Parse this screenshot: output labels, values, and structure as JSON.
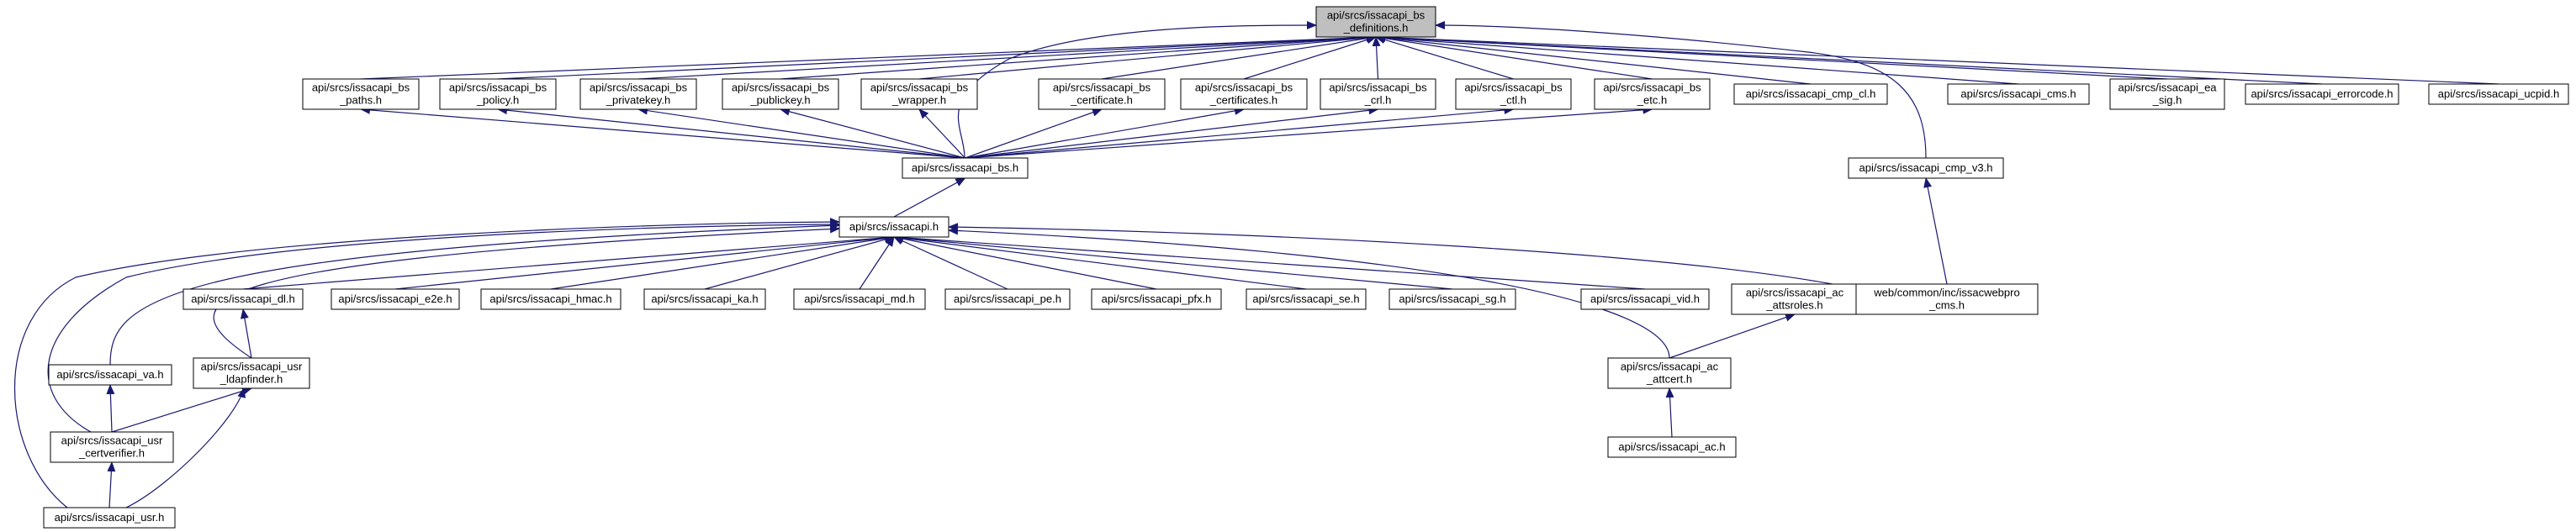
{
  "graph": {
    "edge_color": "#191970",
    "highlight_fill": "#bfbfbf",
    "node_fill": "#ffffff",
    "nodes": {
      "defs": {
        "lines": [
          "api/srcs/issacapi_bs",
          "_definitions.h"
        ],
        "highlight": true
      },
      "paths": {
        "lines": [
          "api/srcs/issacapi_bs",
          "_paths.h"
        ]
      },
      "policy": {
        "lines": [
          "api/srcs/issacapi_bs",
          "_policy.h"
        ]
      },
      "privatekey": {
        "lines": [
          "api/srcs/issacapi_bs",
          "_privatekey.h"
        ]
      },
      "publickey": {
        "lines": [
          "api/srcs/issacapi_bs",
          "_publickey.h"
        ]
      },
      "wrapper": {
        "lines": [
          "api/srcs/issacapi_bs",
          "_wrapper.h"
        ]
      },
      "certificate": {
        "lines": [
          "api/srcs/issacapi_bs",
          "_certificate.h"
        ]
      },
      "certificates": {
        "lines": [
          "api/srcs/issacapi_bs",
          "_certificates.h"
        ]
      },
      "crl": {
        "lines": [
          "api/srcs/issacapi_bs",
          "_crl.h"
        ]
      },
      "ctl": {
        "lines": [
          "api/srcs/issacapi_bs",
          "_ctl.h"
        ]
      },
      "etc": {
        "lines": [
          "api/srcs/issacapi_bs",
          "_etc.h"
        ]
      },
      "cmp_cl": {
        "lines": [
          "api/srcs/issacapi_cmp_cl.h"
        ]
      },
      "cms": {
        "lines": [
          "api/srcs/issacapi_cms.h"
        ]
      },
      "ea_sig": {
        "lines": [
          "api/srcs/issacapi_ea",
          "_sig.h"
        ]
      },
      "errorcode": {
        "lines": [
          "api/srcs/issacapi_errorcode.h"
        ]
      },
      "ucpid": {
        "lines": [
          "api/srcs/issacapi_ucpid.h"
        ]
      },
      "bs": {
        "lines": [
          "api/srcs/issacapi_bs.h"
        ]
      },
      "cmp_v3": {
        "lines": [
          "api/srcs/issacapi_cmp_v3.h"
        ]
      },
      "issacapi": {
        "lines": [
          "api/srcs/issacapi.h"
        ]
      },
      "dl": {
        "lines": [
          "api/srcs/issacapi_dl.h"
        ]
      },
      "e2e": {
        "lines": [
          "api/srcs/issacapi_e2e.h"
        ]
      },
      "hmac": {
        "lines": [
          "api/srcs/issacapi_hmac.h"
        ]
      },
      "ka": {
        "lines": [
          "api/srcs/issacapi_ka.h"
        ]
      },
      "md": {
        "lines": [
          "api/srcs/issacapi_md.h"
        ]
      },
      "pe": {
        "lines": [
          "api/srcs/issacapi_pe.h"
        ]
      },
      "pfx": {
        "lines": [
          "api/srcs/issacapi_pfx.h"
        ]
      },
      "se": {
        "lines": [
          "api/srcs/issacapi_se.h"
        ]
      },
      "sg": {
        "lines": [
          "api/srcs/issacapi_sg.h"
        ]
      },
      "vid": {
        "lines": [
          "api/srcs/issacapi_vid.h"
        ]
      },
      "ac_attsroles": {
        "lines": [
          "api/srcs/issacapi_ac",
          "_attsroles.h"
        ]
      },
      "webpro_cms": {
        "lines": [
          "web/common/inc/issacwebpro",
          "_cms.h"
        ]
      },
      "va": {
        "lines": [
          "api/srcs/issacapi_va.h"
        ]
      },
      "usr_ldap": {
        "lines": [
          "api/srcs/issacapi_usr",
          "_ldapfinder.h"
        ]
      },
      "ac_attcert": {
        "lines": [
          "api/srcs/issacapi_ac",
          "_attcert.h"
        ]
      },
      "usr_cert": {
        "lines": [
          "api/srcs/issacapi_usr",
          "_certverifier.h"
        ]
      },
      "ac": {
        "lines": [
          "api/srcs/issacapi_ac.h"
        ]
      },
      "usr": {
        "lines": [
          "api/srcs/issacapi_usr.h"
        ]
      }
    },
    "edges": [
      [
        "paths",
        "defs"
      ],
      [
        "policy",
        "defs"
      ],
      [
        "privatekey",
        "defs"
      ],
      [
        "publickey",
        "defs"
      ],
      [
        "wrapper",
        "defs"
      ],
      [
        "certificate",
        "defs"
      ],
      [
        "certificates",
        "defs"
      ],
      [
        "crl",
        "defs"
      ],
      [
        "ctl",
        "defs"
      ],
      [
        "etc",
        "defs"
      ],
      [
        "cmp_cl",
        "defs"
      ],
      [
        "cms",
        "defs"
      ],
      [
        "ea_sig",
        "defs"
      ],
      [
        "errorcode",
        "defs"
      ],
      [
        "ucpid",
        "defs"
      ],
      [
        "bs",
        "defs"
      ],
      [
        "cmp_v3",
        "defs"
      ],
      [
        "bs",
        "paths"
      ],
      [
        "bs",
        "policy"
      ],
      [
        "bs",
        "privatekey"
      ],
      [
        "bs",
        "publickey"
      ],
      [
        "bs",
        "wrapper"
      ],
      [
        "bs",
        "certificate"
      ],
      [
        "bs",
        "certificates"
      ],
      [
        "bs",
        "crl"
      ],
      [
        "bs",
        "ctl"
      ],
      [
        "bs",
        "etc"
      ],
      [
        "issacapi",
        "bs"
      ],
      [
        "webpro_cms",
        "cmp_v3"
      ],
      [
        "dl",
        "issacapi"
      ],
      [
        "e2e",
        "issacapi"
      ],
      [
        "hmac",
        "issacapi"
      ],
      [
        "ka",
        "issacapi"
      ],
      [
        "md",
        "issacapi"
      ],
      [
        "pe",
        "issacapi"
      ],
      [
        "pfx",
        "issacapi"
      ],
      [
        "se",
        "issacapi"
      ],
      [
        "sg",
        "issacapi"
      ],
      [
        "vid",
        "issacapi"
      ],
      [
        "webpro_cms",
        "issacapi"
      ],
      [
        "ac_attcert",
        "issacapi"
      ],
      [
        "va",
        "issacapi"
      ],
      [
        "usr_ldap",
        "issacapi"
      ],
      [
        "usr_cert",
        "issacapi"
      ],
      [
        "usr",
        "issacapi"
      ],
      [
        "usr_ldap",
        "dl"
      ],
      [
        "usr_cert",
        "va"
      ],
      [
        "usr_cert",
        "usr_ldap"
      ],
      [
        "usr",
        "usr_cert"
      ],
      [
        "usr",
        "usr_ldap"
      ],
      [
        "ac_attcert",
        "ac_attsroles"
      ],
      [
        "ac",
        "ac_attcert"
      ]
    ]
  }
}
